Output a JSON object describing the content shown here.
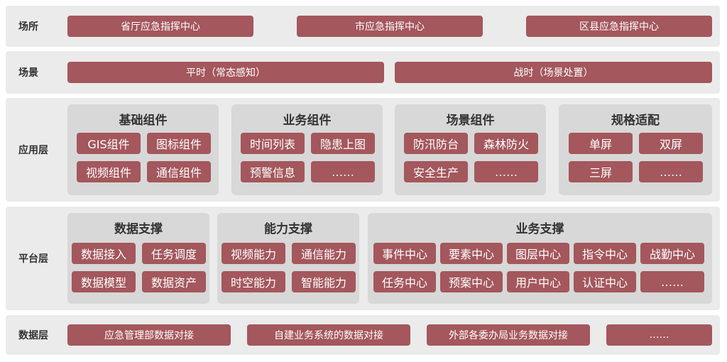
{
  "rows": {
    "venue": {
      "label": "场所",
      "items": [
        "省厅应急指挥中心",
        "市应急指挥中心",
        "区县应急指挥中心"
      ]
    },
    "scene": {
      "label": "场景",
      "items": [
        "平时（常态感知）",
        "战时（场景处置）"
      ]
    },
    "app": {
      "label": "应用层",
      "groups": [
        {
          "title": "基础组件",
          "items": [
            "GIS组件",
            "图标组件",
            "视频组件",
            "通信组件"
          ]
        },
        {
          "title": "业务组件",
          "items": [
            "时间列表",
            "隐患上图",
            "预警信息",
            "……"
          ]
        },
        {
          "title": "场景组件",
          "items": [
            "防汛防台",
            "森林防火",
            "安全生产",
            "……"
          ]
        },
        {
          "title": "规格适配",
          "items": [
            "单屏",
            "双屏",
            "三屏",
            "……"
          ]
        }
      ]
    },
    "platform": {
      "label": "平台层",
      "groups": [
        {
          "title": "数据支撑",
          "items": [
            "数据接入",
            "任务调度",
            "数据模型",
            "数据资产"
          ]
        },
        {
          "title": "能力支撑",
          "items": [
            "视频能力",
            "通信能力",
            "时空能力",
            "智能能力"
          ]
        },
        {
          "title": "业务支撑",
          "items": [
            "事件中心",
            "要素中心",
            "图层中心",
            "指令中心",
            "战勤中心",
            "任务中心",
            "预案中心",
            "用户中心",
            "认证中心",
            "……"
          ]
        }
      ]
    },
    "data": {
      "label": "数据层",
      "items": [
        "应急管理部数据对接",
        "自建业务系统的数据对接",
        "外部各委办局业务数据对接",
        "……"
      ]
    }
  },
  "colors": {
    "button": "#a4575c",
    "row_bg": "#ebebeb",
    "group_bg": "#d8d8d8"
  }
}
